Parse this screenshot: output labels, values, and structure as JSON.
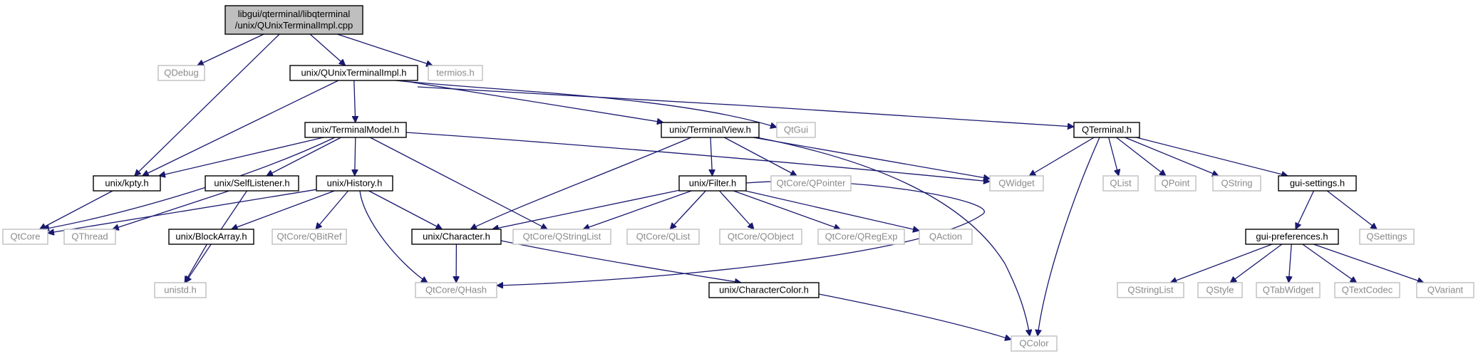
{
  "nodes": [
    {
      "id": "root",
      "lines": [
        "libgui/qterminal/libqterminal",
        "/unix/QUnixTerminalImpl.cpp"
      ],
      "kind": "root"
    },
    {
      "id": "qdebug",
      "lines": [
        "QDebug"
      ],
      "kind": "ext"
    },
    {
      "id": "unixterminalimpl",
      "lines": [
        "unix/QUnixTerminalImpl.h"
      ],
      "kind": "solid"
    },
    {
      "id": "termios",
      "lines": [
        "termios.h"
      ],
      "kind": "ext"
    },
    {
      "id": "terminalmodel",
      "lines": [
        "unix/TerminalModel.h"
      ],
      "kind": "solid"
    },
    {
      "id": "terminalview",
      "lines": [
        "unix/TerminalView.h"
      ],
      "kind": "solid"
    },
    {
      "id": "qtgui",
      "lines": [
        "QtGui"
      ],
      "kind": "ext"
    },
    {
      "id": "qterminal",
      "lines": [
        "QTerminal.h"
      ],
      "kind": "solid"
    },
    {
      "id": "kpty",
      "lines": [
        "unix/kpty.h"
      ],
      "kind": "solid"
    },
    {
      "id": "selflistener",
      "lines": [
        "unix/SelfListener.h"
      ],
      "kind": "solid"
    },
    {
      "id": "history",
      "lines": [
        "unix/History.h"
      ],
      "kind": "solid"
    },
    {
      "id": "qcore_qpointer",
      "lines": [
        "QtCore/QPointer"
      ],
      "kind": "ext"
    },
    {
      "id": "qwidget",
      "lines": [
        "QWidget"
      ],
      "kind": "ext"
    },
    {
      "id": "qlist",
      "lines": [
        "QList"
      ],
      "kind": "ext"
    },
    {
      "id": "qpoint",
      "lines": [
        "QPoint"
      ],
      "kind": "ext"
    },
    {
      "id": "qstring",
      "lines": [
        "QString"
      ],
      "kind": "ext"
    },
    {
      "id": "guisettings",
      "lines": [
        "gui-settings.h"
      ],
      "kind": "solid"
    },
    {
      "id": "filter",
      "lines": [
        "unix/Filter.h"
      ],
      "kind": "solid"
    },
    {
      "id": "qtcore",
      "lines": [
        "QtCore"
      ],
      "kind": "ext"
    },
    {
      "id": "qthread",
      "lines": [
        "QThread"
      ],
      "kind": "ext"
    },
    {
      "id": "blockarray",
      "lines": [
        "unix/BlockArray.h"
      ],
      "kind": "solid"
    },
    {
      "id": "qcore_qbitref",
      "lines": [
        "QtCore/QBitRef"
      ],
      "kind": "ext"
    },
    {
      "id": "character",
      "lines": [
        "unix/Character.h"
      ],
      "kind": "solid"
    },
    {
      "id": "qcore_qstringlist",
      "lines": [
        "QtCore/QStringList"
      ],
      "kind": "ext"
    },
    {
      "id": "qcore_qlist",
      "lines": [
        "QtCore/QList"
      ],
      "kind": "ext"
    },
    {
      "id": "qcore_qobject",
      "lines": [
        "QtCore/QObject"
      ],
      "kind": "ext"
    },
    {
      "id": "qcore_qregexp",
      "lines": [
        "QtCore/QRegExp"
      ],
      "kind": "ext"
    },
    {
      "id": "qaction",
      "lines": [
        "QAction"
      ],
      "kind": "ext"
    },
    {
      "id": "qsettings",
      "lines": [
        "QSettings"
      ],
      "kind": "ext"
    },
    {
      "id": "guipreferences",
      "lines": [
        "gui-preferences.h"
      ],
      "kind": "solid"
    },
    {
      "id": "unistd",
      "lines": [
        "unistd.h"
      ],
      "kind": "ext"
    },
    {
      "id": "qcore_qhash",
      "lines": [
        "QtCore/QHash"
      ],
      "kind": "ext"
    },
    {
      "id": "charactercolor",
      "lines": [
        "unix/CharacterColor.h"
      ],
      "kind": "solid"
    },
    {
      "id": "qcolor",
      "lines": [
        "QColor"
      ],
      "kind": "ext"
    },
    {
      "id": "qstringlist",
      "lines": [
        "QStringList"
      ],
      "kind": "ext"
    },
    {
      "id": "qstyle",
      "lines": [
        "QStyle"
      ],
      "kind": "ext"
    },
    {
      "id": "qtabwidget",
      "lines": [
        "QTabWidget"
      ],
      "kind": "ext"
    },
    {
      "id": "qtextcodec",
      "lines": [
        "QTextCodec"
      ],
      "kind": "ext"
    },
    {
      "id": "qvariant",
      "lines": [
        "QVariant"
      ],
      "kind": "ext"
    }
  ],
  "edges": [
    {
      "from": "root",
      "to": "qdebug"
    },
    {
      "from": "root",
      "to": "unixterminalimpl"
    },
    {
      "from": "root",
      "to": "termios"
    },
    {
      "from": "root",
      "to": "kpty"
    },
    {
      "from": "unixterminalimpl",
      "to": "terminalmodel"
    },
    {
      "from": "unixterminalimpl",
      "to": "terminalview"
    },
    {
      "from": "unixterminalimpl",
      "to": "qtgui"
    },
    {
      "from": "unixterminalimpl",
      "to": "qterminal"
    },
    {
      "from": "unixterminalimpl",
      "to": "kpty"
    },
    {
      "from": "terminalmodel",
      "to": "kpty"
    },
    {
      "from": "terminalmodel",
      "to": "selflistener"
    },
    {
      "from": "terminalmodel",
      "to": "history"
    },
    {
      "from": "terminalmodel",
      "to": "qtcore"
    },
    {
      "from": "terminalmodel",
      "to": "qcore_qstringlist"
    },
    {
      "from": "terminalmodel",
      "to": "qwidget"
    },
    {
      "from": "kpty",
      "to": "qtcore"
    },
    {
      "from": "selflistener",
      "to": "qthread"
    },
    {
      "from": "selflistener",
      "to": "unistd"
    },
    {
      "from": "history",
      "to": "qtcore"
    },
    {
      "from": "history",
      "to": "blockarray"
    },
    {
      "from": "history",
      "to": "qcore_qbitref"
    },
    {
      "from": "history",
      "to": "character"
    },
    {
      "from": "history",
      "to": "qcore_qhash"
    },
    {
      "from": "blockarray",
      "to": "unistd"
    },
    {
      "from": "character",
      "to": "qcore_qhash"
    },
    {
      "from": "character",
      "to": "charactercolor"
    },
    {
      "from": "charactercolor",
      "to": "qcolor"
    },
    {
      "from": "terminalview",
      "to": "character"
    },
    {
      "from": "terminalview",
      "to": "filter"
    },
    {
      "from": "terminalview",
      "to": "qcore_qpointer"
    },
    {
      "from": "terminalview",
      "to": "qwidget"
    },
    {
      "from": "terminalview",
      "to": "qcolor"
    },
    {
      "from": "filter",
      "to": "character"
    },
    {
      "from": "filter",
      "to": "qcore_qstringlist"
    },
    {
      "from": "filter",
      "to": "qcore_qlist"
    },
    {
      "from": "filter",
      "to": "qcore_qobject"
    },
    {
      "from": "filter",
      "to": "qcore_qregexp"
    },
    {
      "from": "filter",
      "to": "qaction"
    },
    {
      "from": "filter",
      "to": "qcore_qhash"
    },
    {
      "from": "qterminal",
      "to": "qwidget"
    },
    {
      "from": "qterminal",
      "to": "qlist"
    },
    {
      "from": "qterminal",
      "to": "qpoint"
    },
    {
      "from": "qterminal",
      "to": "qstring"
    },
    {
      "from": "qterminal",
      "to": "guisettings"
    },
    {
      "from": "qterminal",
      "to": "qcolor"
    },
    {
      "from": "guisettings",
      "to": "guipreferences"
    },
    {
      "from": "guisettings",
      "to": "qsettings"
    },
    {
      "from": "guipreferences",
      "to": "qstringlist"
    },
    {
      "from": "guipreferences",
      "to": "qstyle"
    },
    {
      "from": "guipreferences",
      "to": "qtabwidget"
    },
    {
      "from": "guipreferences",
      "to": "qtextcodec"
    },
    {
      "from": "guipreferences",
      "to": "qvariant"
    }
  ],
  "colors": {
    "edge": "#191970",
    "root_fill": "#bfbfbf",
    "solid_border": "#000000",
    "external_border": "#bfbfbf",
    "external_text": "#8a8a8a"
  }
}
